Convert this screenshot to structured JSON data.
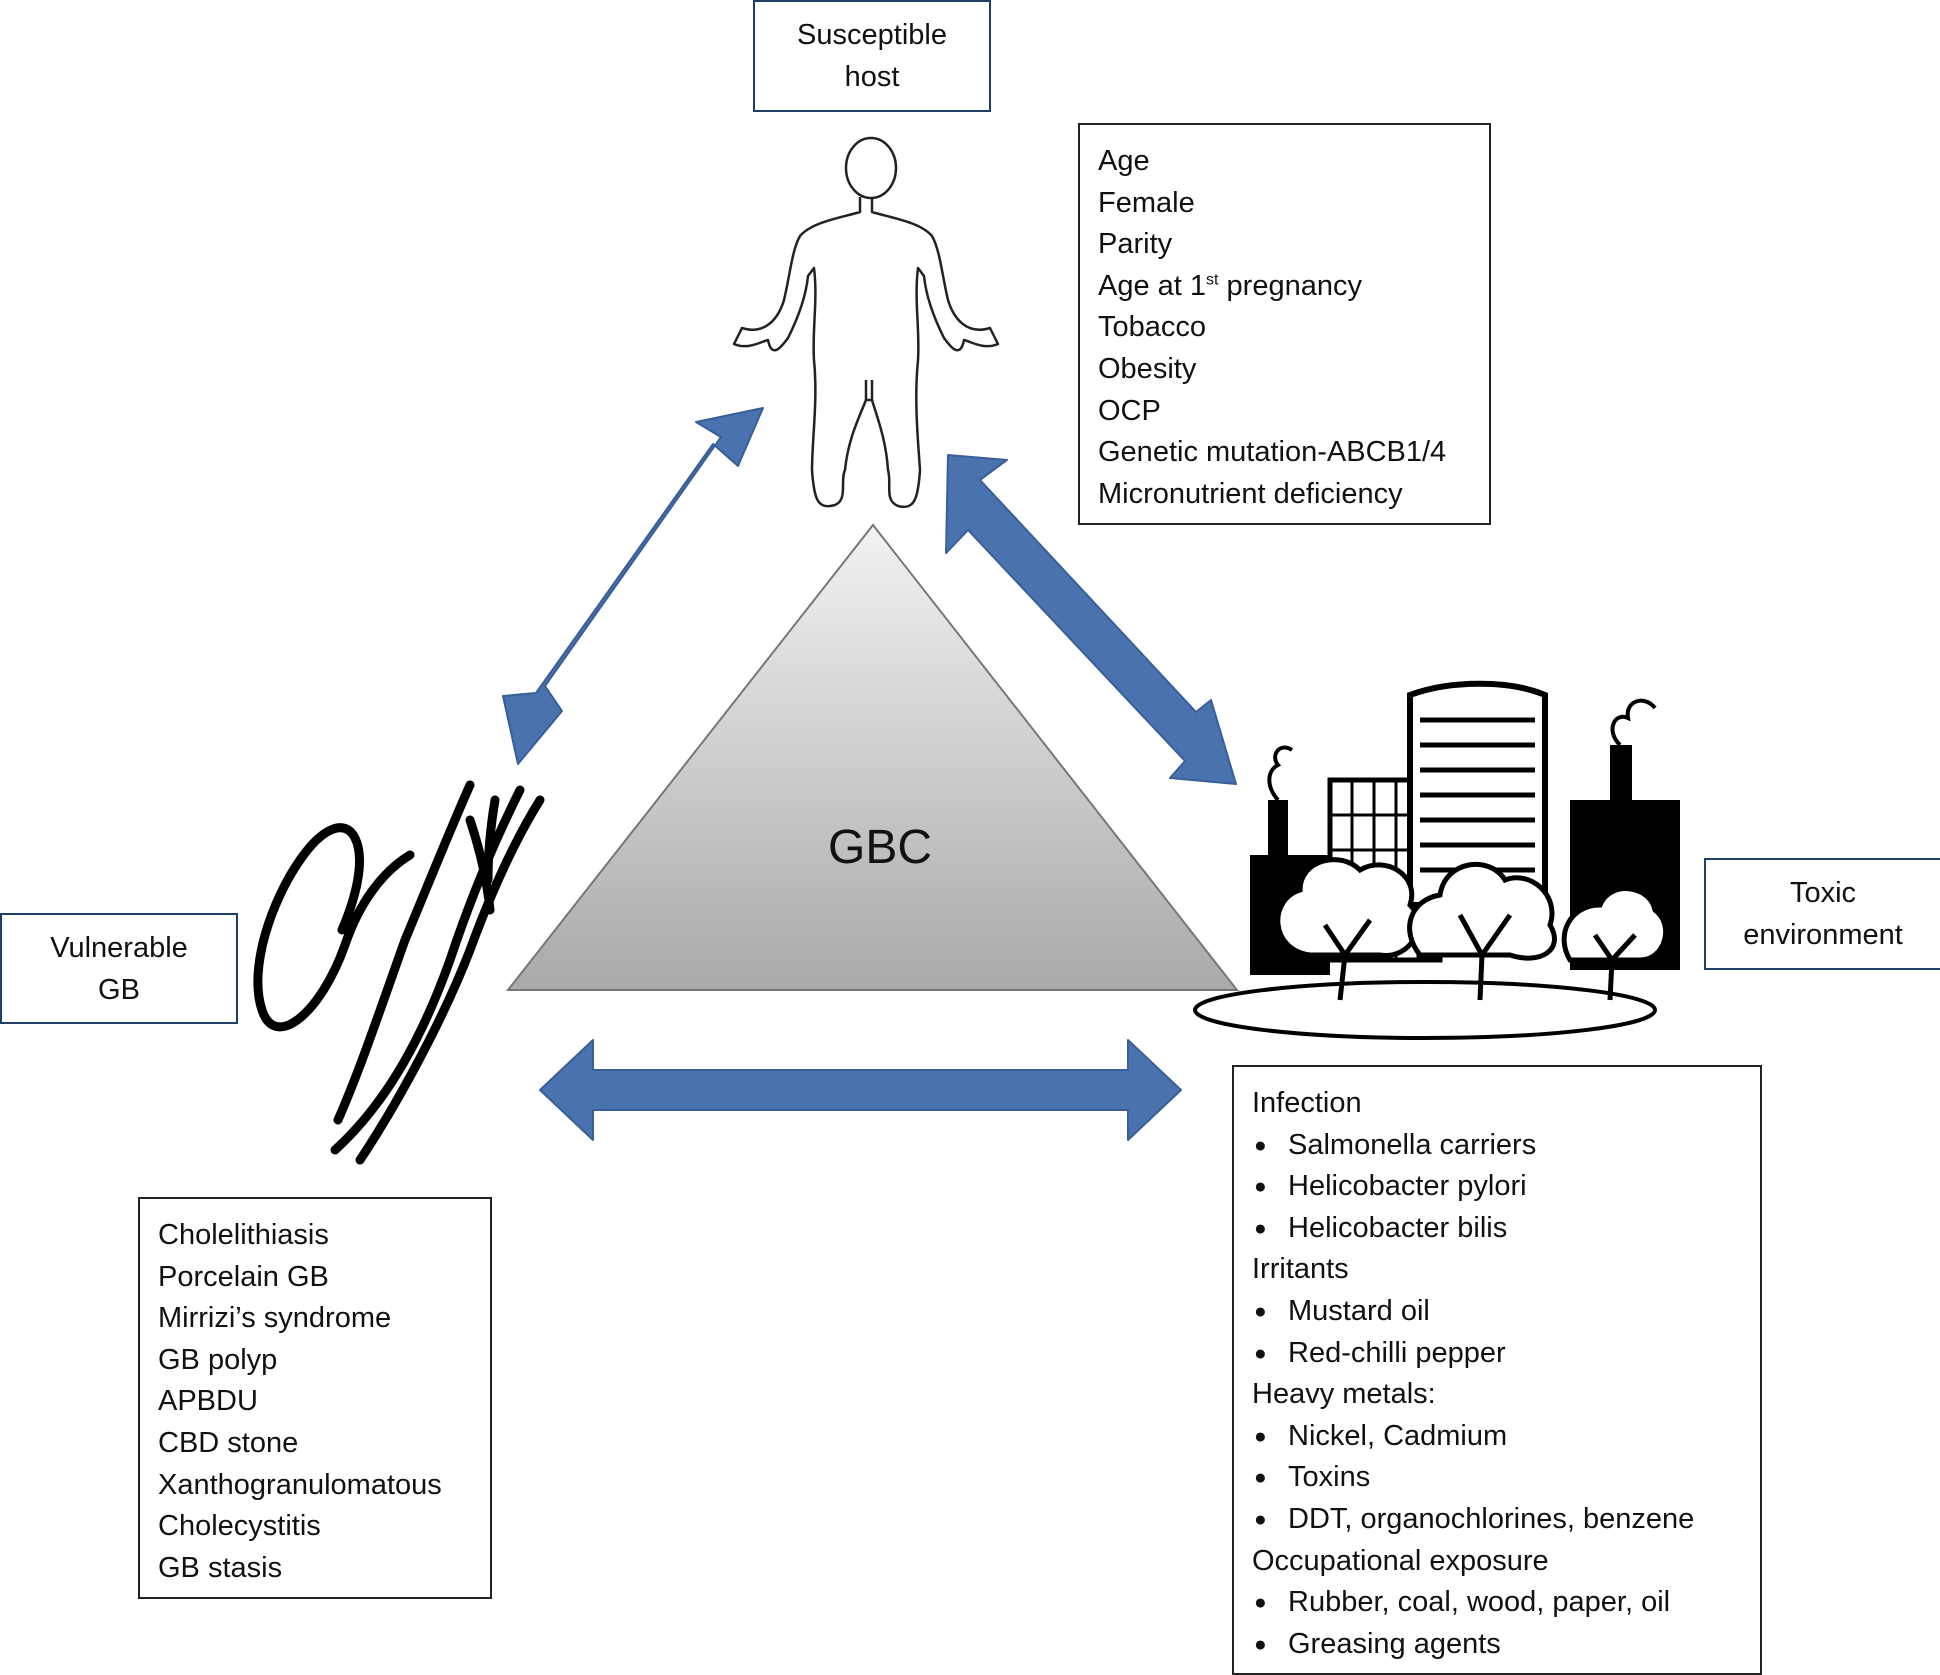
{
  "center_label": "GBC",
  "host": {
    "label_line1": "Susceptible",
    "label_line2": "host",
    "icon": "human-figure-icon",
    "factors": {
      "f1": "Age",
      "f2": "Female",
      "f3": "Parity",
      "f4_pre": "Age at 1",
      "f4_sup": "st",
      "f4_post": " pregnancy",
      "f5": "Tobacco",
      "f6": "Obesity",
      "f7": "OCP",
      "f8": "Genetic mutation-ABCB1/4",
      "f9": "Micronutrient deficiency"
    }
  },
  "gb": {
    "label_line1": "Vulnerable",
    "label_line2": "GB",
    "icon": "gallbladder-icon",
    "conditions": [
      "Cholelithiasis",
      "Porcelain GB",
      "Mirrizi’s syndrome",
      "GB polyp",
      "APBDU",
      "CBD stone",
      "Xanthogranulomatous",
      "Cholecystitis",
      "GB stasis"
    ]
  },
  "environment": {
    "label_line1": "Toxic",
    "label_line2": "environment",
    "icon": "city-factory-trees-icon",
    "groups": {
      "infection": {
        "title": "Infection",
        "items": [
          "Salmonella carriers",
          "Helicobacter pylori",
          "Helicobacter bilis"
        ]
      },
      "irritants": {
        "title": "Irritants",
        "items": [
          "Mustard oil",
          "Red-chilli pepper"
        ]
      },
      "metals": {
        "title": "Heavy metals:",
        "items": [
          "Nickel, Cadmium",
          "Toxins",
          "DDT, organochlorines, benzene"
        ]
      },
      "occupational": {
        "title": "Occupational exposure",
        "items": [
          "Rubber, coal, wood, paper, oil",
          "Greasing agents"
        ]
      }
    }
  },
  "colors": {
    "arrow_fill": "#4a72ae",
    "arrow_stroke": "#3a5f96",
    "label_border": "#1f3f6b",
    "triangle_top": "#f2f2f2",
    "triangle_bottom": "#a9a9a9"
  }
}
